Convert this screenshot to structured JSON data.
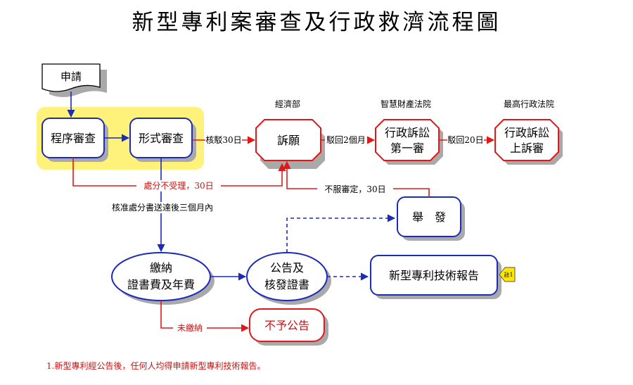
{
  "title": "新型專利案審查及行政救濟流程圖",
  "colors": {
    "blue": "#1c2bb8",
    "red": "#e01818",
    "red_text": "#cc1111",
    "highlight": "#fff27a",
    "shadow": "#a9a9a9",
    "note_flag": "#ffe800"
  },
  "nodes": {
    "apply": "申請",
    "procedural": "程序審查",
    "formal": "形式審查",
    "appeal": "訴願",
    "admin_first": [
      "行政訴訟",
      "第一審"
    ],
    "admin_appeal": [
      "行政訴訟",
      "上訴審"
    ],
    "report_tip": "舉　發",
    "pay_fee": [
      "繳納",
      "證書費及年費"
    ],
    "publish": [
      "公告及",
      "核發證書"
    ],
    "tech_report": "新型專利技術報告",
    "no_publish": "不予公告"
  },
  "agencies": {
    "moea": "經濟部",
    "ip_court": "智慧財產法院",
    "supreme_admin": "最高行政法院"
  },
  "edge_labels": {
    "reject_30": "核駁30日",
    "dismiss_2m": "駁回2個月",
    "dismiss_20": "駁回20日",
    "not_accepted_30": "處分不受理，30日",
    "dissatisfied_30": "不服審定，30日",
    "within_3m": "核准處分書送達後三個月內",
    "unpaid": "未繳納"
  },
  "note_flag": "註1",
  "footnote": "1.新型專利經公告後，任何人均得申請新型專利技術報告。"
}
